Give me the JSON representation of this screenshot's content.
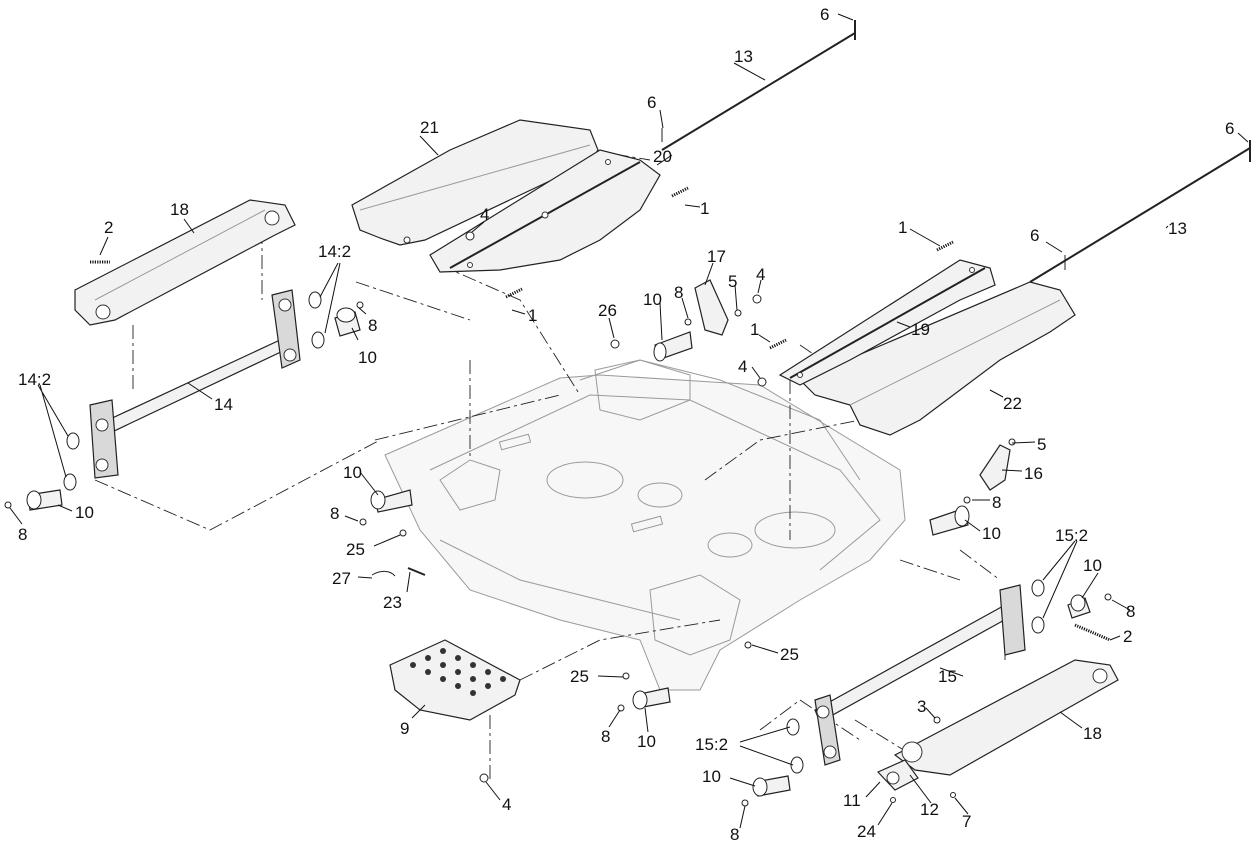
{
  "callouts": {
    "c6a": "6",
    "c13a": "13",
    "c6b": "6",
    "c21": "21",
    "c20": "20",
    "c1a": "1",
    "c4a": "4",
    "c1b": "1",
    "c6c": "6",
    "c13b": "13",
    "c6d": "6",
    "c1c": "1",
    "c18a": "18",
    "c2a": "2",
    "c14_2a": "14:2",
    "c8a": "8",
    "c10a": "10",
    "c14_2b": "14:2",
    "c14": "14",
    "c10b": "10",
    "c8b": "8",
    "c17": "17",
    "c26": "26",
    "c10c": "10",
    "c8c": "8",
    "c5a": "5",
    "c4b": "4",
    "c1d": "1",
    "c19": "19",
    "c4c": "4",
    "c22": "22",
    "c5b": "5",
    "c16": "16",
    "c8d": "8",
    "c10d": "10",
    "c10e": "10",
    "c8e": "8",
    "c25a": "25",
    "c27": "27",
    "c23": "23",
    "c15_2a": "15:2",
    "c10f": "10",
    "c8f": "8",
    "c2b": "2",
    "c15": "15",
    "c25b": "25",
    "c25c": "25",
    "c9": "9",
    "c8g": "8",
    "c10g": "10",
    "c3": "3",
    "c18b": "18",
    "c15_2b": "15:2",
    "c10h": "10",
    "c11": "11",
    "c12": "12",
    "c7": "7",
    "c24": "24",
    "c8h": "8",
    "c4d": "4"
  }
}
